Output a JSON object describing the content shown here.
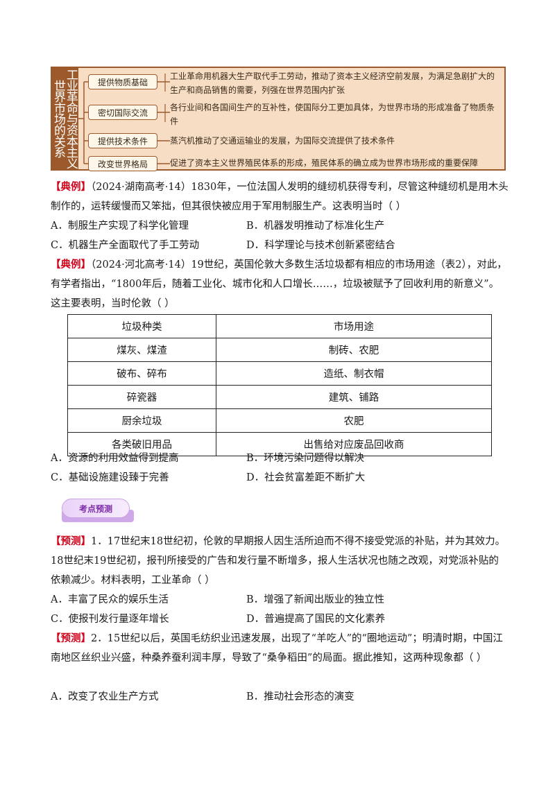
{
  "diagram": {
    "title": "工业革命与资本主义世界市场的关系",
    "rows": [
      {
        "label": "提供物质基础",
        "text": "工业革命用机器大生产取代手工劳动，推动了资本主义经济空前发展，为满足急剧扩大的生产和商品销售的需要，列强在世界范围内扩张"
      },
      {
        "label": "密切国际交流",
        "text": "各行业间和各国间生产的互补性，使国际分工更加具体，为世界市场的形成准备了物质条件"
      },
      {
        "label": "提供技术条件",
        "text": "蒸汽机推动了交通运输业的发展，为国际交流提供了技术条件"
      },
      {
        "label": "改变世界格局",
        "text": "促进了资本主义世界殖民体系的形成，殖民体系的确立成为世界市场形成的重要保障"
      }
    ]
  },
  "q1": {
    "tag": "【典例】",
    "text": "（2024·湖南高考·14）1830年，一位法国人发明的缝纫机获得专利，尽管这种缝纫机是用木头制作的，运转缓慢而又笨拙，但其很快被应用于军用制服生产。这表明当时（      ）",
    "options": {
      "A": "A．制服生产实现了科学化管理",
      "B": "B．机器发明推动了标准化生产",
      "C": "C．机器生产全面取代了手工劳动",
      "D": "D．科学理论与技术创新紧密结合"
    }
  },
  "q2": {
    "tag": "【典例】",
    "text": "（2024·河北高考·14）19世纪，英国伦敦大多数生活垃圾都有相应的市场用途（表2），对此，有学者指出，“1800年后，随着工业化、城市化和人口增长……，垃圾被赋予了回收利用的新意义”。这主要表明，当时伦敦（      ）",
    "table": {
      "headers": [
        "垃圾种类",
        "市场用途"
      ],
      "rows": [
        [
          "煤灰、煤渣",
          "制砖、农肥"
        ],
        [
          "破布、碎布",
          "造纸、制衣帽"
        ],
        [
          "碎瓷器",
          "建筑、铺路"
        ],
        [
          "厨余垃圾",
          "农肥"
        ],
        [
          "各类破旧用品",
          "出售给对应废品回收商"
        ]
      ]
    },
    "options": {
      "A": "A．资源的利用效益得到提高",
      "B": "B．环境污染问题得以解决",
      "C": "C．基础设施建设臻于完善",
      "D": "D．社会贫富差距不断扩大"
    }
  },
  "banner": "考点预测",
  "p1": {
    "tag": "【预测】",
    "text": "1．17世纪末18世纪初，伦敦的早期报人因生活所迫而不得不接受党派的补贴，并为其效力。18世纪末19世纪初，报刊所接受的广告和发行量不断增多，报人生活状况也随之改观，对党派补贴的依赖减少。材料表明，工业革命（      ）",
    "options": {
      "A": "A．丰富了民众的娱乐生活",
      "B": "B．增强了新闻出版业的独立性",
      "C": "C．使报刊发行量逐年增长",
      "D": "D．普遍提高了国民的文化素养"
    }
  },
  "p2": {
    "tag": "【预测】",
    "text": "2．15世纪以后，英国毛纺织业迅速发展，出现了“羊吃人”的“圈地运动”；明清时期，中国江南地区丝织业兴盛，种桑养蚕利润丰厚，导致了“桑争稻田”的局面。据此推知，这两种现象都（      ）",
    "options": {
      "A": "A．改变了农业生产方式",
      "B": "B．推动社会形态的演变"
    }
  }
}
